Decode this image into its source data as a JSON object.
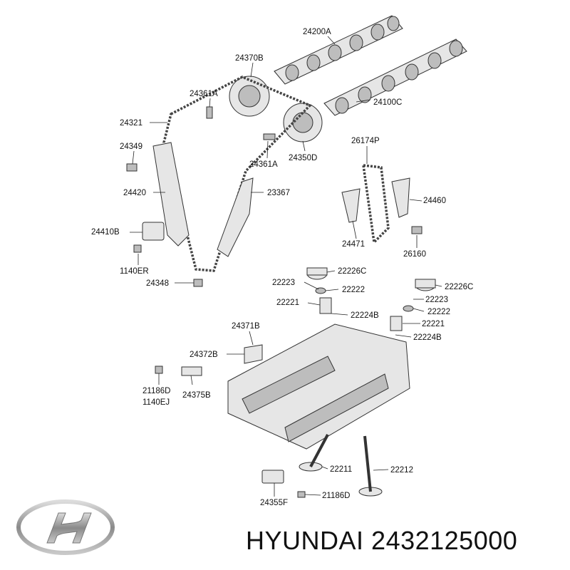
{
  "brand": {
    "name": "HYUNDAI",
    "part_number": "2432125000"
  },
  "labels": {
    "l24200A": "24200A",
    "l24370B": "24370B",
    "l24361A_top": "24361A",
    "l24100C": "24100C",
    "l24321": "24321",
    "l24349": "24349",
    "l24361A_mid": "24361A",
    "l24350D": "24350D",
    "l26174P": "26174P",
    "l24420": "24420",
    "l23367": "23367",
    "l24460": "24460",
    "l24410B": "24410B",
    "l24471": "24471",
    "l26160": "26160",
    "l1140ER": "1140ER",
    "l24348": "24348",
    "l22223_left": "22223",
    "l22226C_left": "22226C",
    "l22222_left": "22222",
    "l22226C_right": "22226C",
    "l22223_right": "22223",
    "l22221_left": "22221",
    "l22224B_left": "22224B",
    "l22222_right": "22222",
    "l22221_right": "22221",
    "l22224B_right": "22224B",
    "l24371B": "24371B",
    "l24372B": "24372B",
    "l21186D_left": "21186D",
    "l1140EJ": "1140EJ",
    "l24375B": "24375B",
    "l22211": "22211",
    "l22212": "22212",
    "l24355F": "24355F",
    "l21186D_bottom": "21186D"
  }
}
